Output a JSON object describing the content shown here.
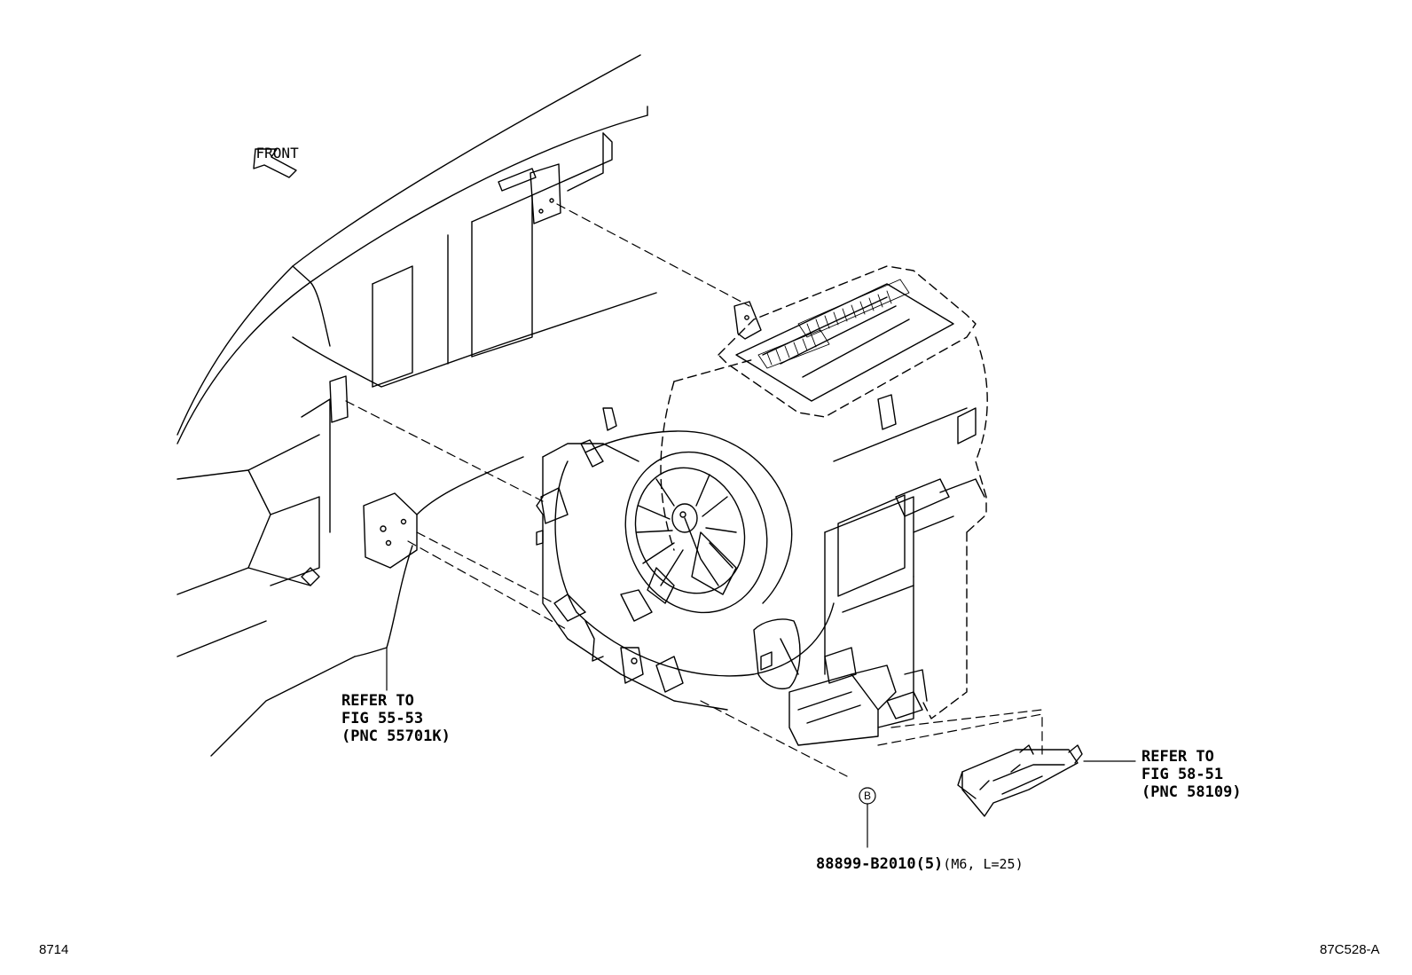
{
  "labels": {
    "front": "FRONT",
    "refer_left": {
      "line1": "REFER TO",
      "line2": "FIG 55-53",
      "line3": "(PNC 55701K)"
    },
    "refer_right": {
      "line1": "REFER TO",
      "line2": "FIG 58-51",
      "line3": "(PNC 58109)"
    },
    "part": {
      "number": "88899-B2010(5)",
      "spec": "(M6, L=25)"
    },
    "callout": "B",
    "page_number": "8714",
    "figure_code": "87C528-A"
  }
}
